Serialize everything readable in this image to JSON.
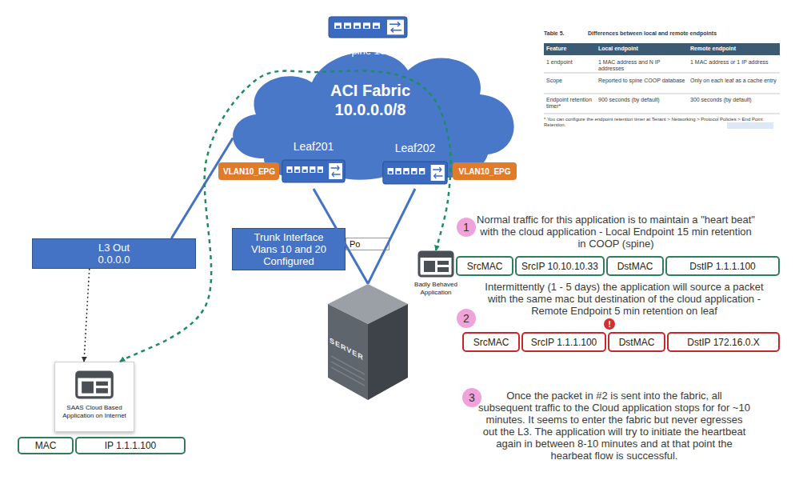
{
  "diagram": {
    "nodes": [
      {
        "text": [
          "Spine 101"
        ]
      },
      {
        "text": [
          "ACI Fabric 10.0.0.0/8"
        ]
      },
      {
        "text": [
          "Leaf201"
        ]
      },
      {
        "text": [
          "VLAN10_EPG"
        ]
      },
      {
        "text": [
          "Leaf202"
        ]
      },
      {
        "text": [
          "VLAN10_EPG"
        ]
      },
      {
        "text": [
          "1"
        ]
      },
      {
        "text": [
          "L3 Out 0.0.0.0"
        ]
      },
      {
        "text": [
          "Trunk Interface Vlans 10 and 20 Configured"
        ]
      },
      {
        "text": [
          "Po"
        ]
      },
      {
        "text": [
          "SrcMAC"
        ]
      },
      {
        "text": [
          "SrcIP 10.10.10.33"
        ]
      },
      {
        "text": [
          "DstMAC"
        ]
      },
      {
        "text": [
          "DstIP 1.1.1.100"
        ]
      },
      {
        "text": [
          "Badly Behaved Application"
        ]
      },
      {
        "text": [
          "2"
        ]
      },
      {
        "text": [
          "SrcMAC"
        ]
      },
      {
        "text": [
          "SrcIP 1.1.1.100"
        ]
      },
      {
        "text": [
          "DstMAC"
        ]
      },
      {
        "text": [
          "DstIP 172.16.0.X"
        ]
      },
      {
        "text": [
          "SERVER"
        ]
      },
      {
        "text": [
          "3"
        ]
      },
      {
        "text": [
          "SAAS Cloud Based Application on Internet"
        ]
      },
      {
        "text": [
          "MAC"
        ]
      },
      {
        "text": [
          "IP 1.1.1.100"
        ]
      }
    ],
    "edges": [
      {
        "from": 1,
        "to": 7,
        "arrow": "none"
      },
      {
        "from": 2,
        "to": 20,
        "arrow": "none"
      },
      {
        "from": 4,
        "to": 20,
        "arrow": "none"
      },
      {
        "from": 7,
        "to": 22,
        "arrow": "to"
      },
      {
        "from": 14,
        "to": 22,
        "arrow": "both"
      }
    ],
    "labels": [
      "Table 5.",
      "Differences between local and remote endpoints",
      "Feature",
      "Local endpoint",
      "Remote endpoint",
      "1 endpoint",
      "1 MAC address and N IP addresses",
      "1 MAC address or 1 IP address",
      "Scope",
      "Reported to spine COOP database",
      "Only on each leaf as a cache entry",
      "Endpoint retention timer*",
      "900 seconds (by default)",
      "300 seconds (by default)",
      "* You can configure the endpoint retention timer at Tenant > Networking > Protocol Policies > End Point Retention.",
      "Normal traffic for this application is to maintain a \"heart beat\" with the cloud application - Local Endpoint 15 min retention in COOP (spine)",
      "Intermittently (1 - 5 days) the application will source a packet with the same mac but destination of the cloud application - Remote Endpoint 5 min retention on leaf",
      "Once the packet in #2 is sent into the fabric, all subsequent traffic to the Cloud application stops for for ~10 minutes. It seems to enter the fabric but never egresses out the L3. The application will try to initiate the heartbeat again in between 8-10 minutes and at that point the hearbeat flow is successful.",
      "!"
    ]
  }
}
